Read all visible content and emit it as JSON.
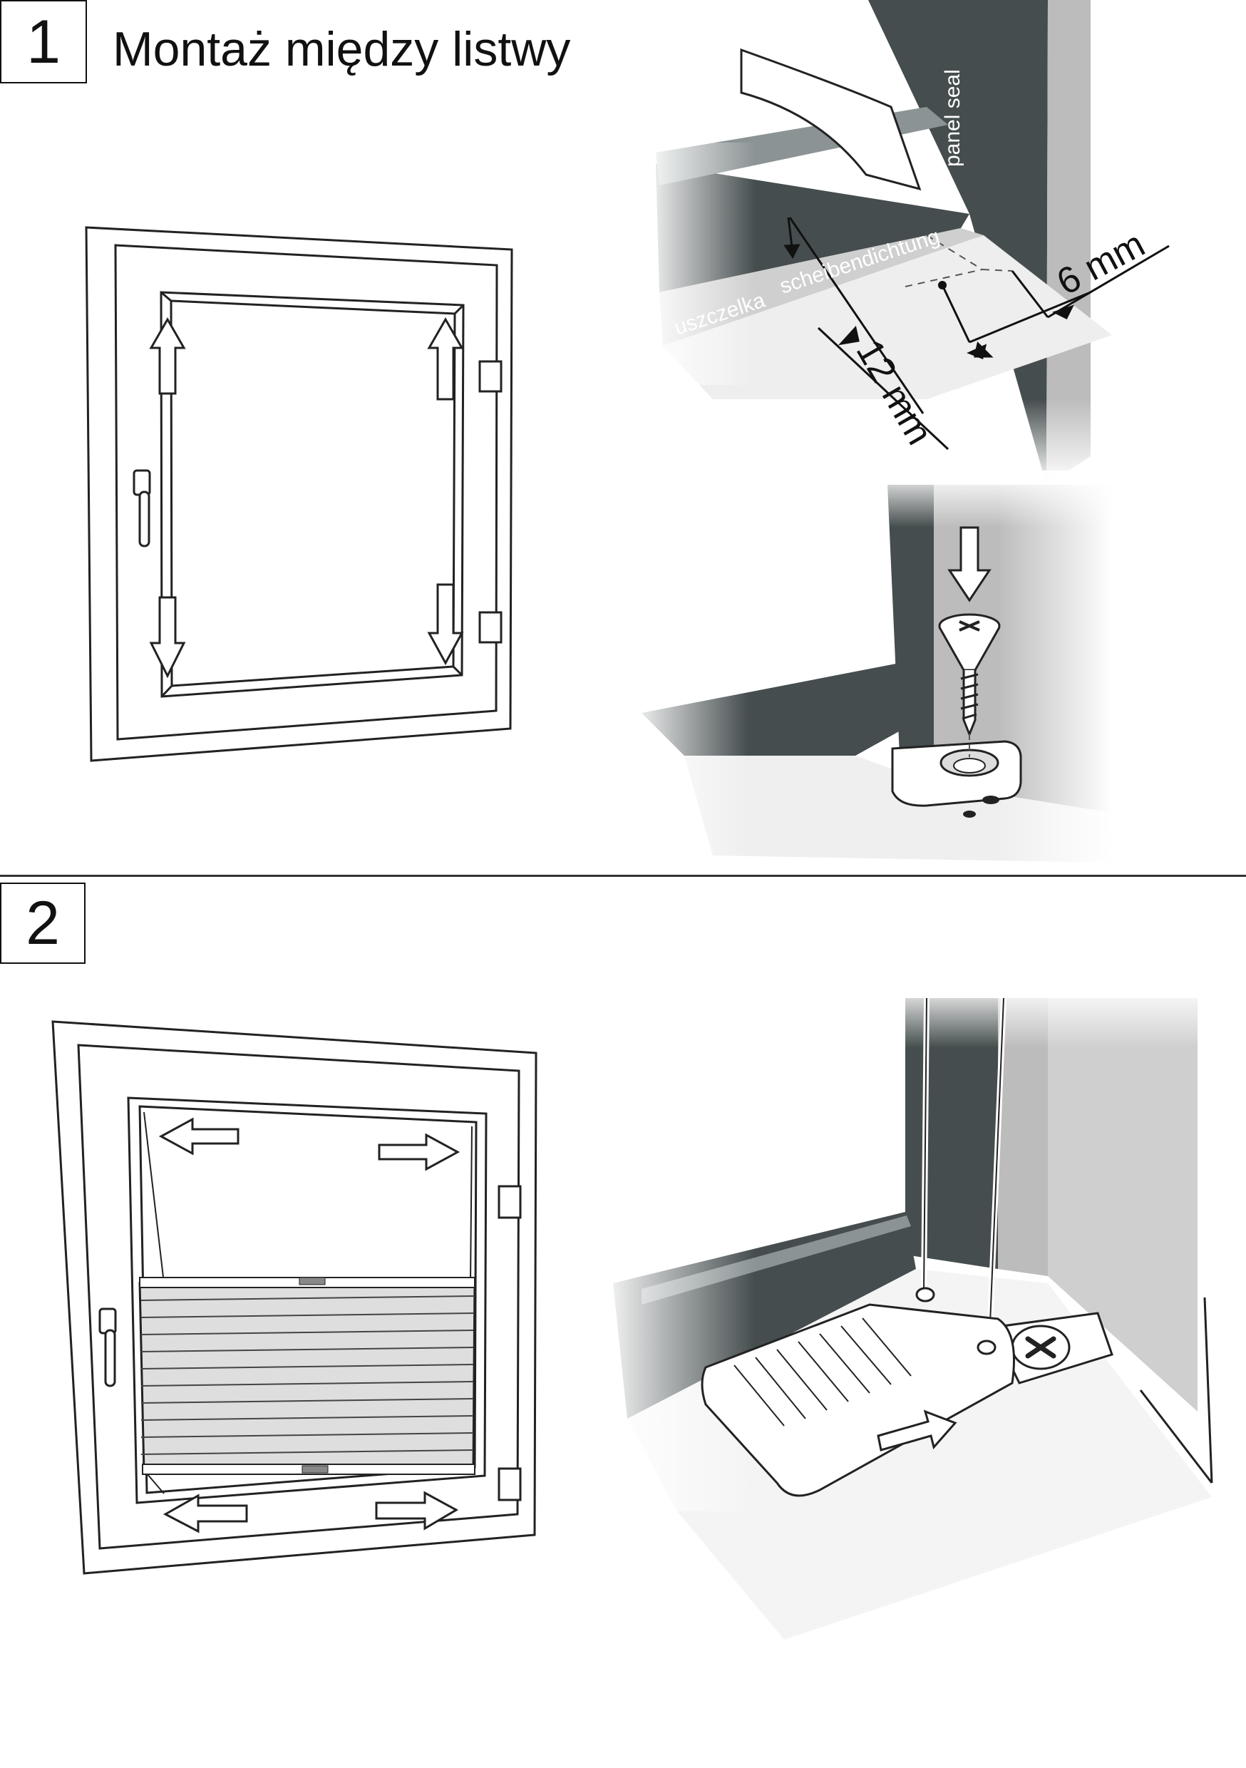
{
  "step1": {
    "number": "1",
    "title": "Montaż między listwy",
    "labels": {
      "panel_seal": "panel seal",
      "seal_pl": "uszczelka",
      "seal_de": "scheibendichtung",
      "dim_12": "12 mm",
      "dim_6": "6 mm"
    }
  },
  "step2": {
    "number": "2"
  },
  "colors": {
    "frame_dark": "#454d4e",
    "outline": "#222222",
    "shade": "#bcbcbc"
  }
}
